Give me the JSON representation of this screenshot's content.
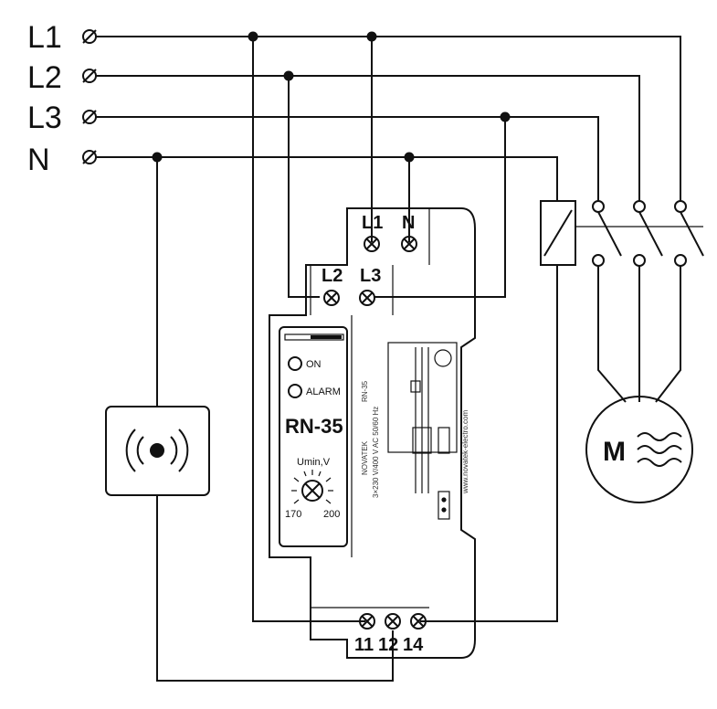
{
  "buses": [
    {
      "label": "L1",
      "symbol": "⌀"
    },
    {
      "label": "L2",
      "symbol": "⌀"
    },
    {
      "label": "L3",
      "symbol": "⌀"
    },
    {
      "label": "N",
      "symbol": "⌀"
    }
  ],
  "relay": {
    "top_terminals": [
      "L1",
      "N"
    ],
    "mid_terminals": [
      "L2",
      "L3"
    ],
    "bottom_terminals": [
      "11",
      "12",
      "14"
    ],
    "indicators": [
      {
        "label": "ON",
        "color": "#ffffff"
      },
      {
        "label": "ALARM",
        "color": "#ffffff"
      }
    ],
    "model": "RN-35",
    "knob_label": "Umin,V",
    "knob_min": "170",
    "knob_max": "200",
    "brand": "NOVATEK",
    "model_side": "RN-35",
    "specs": "3×230 V/400 V AC 50/60 Hz",
    "website": "www.novatek-electro.com"
  },
  "motor": {
    "label": "M",
    "symbol": "≈"
  },
  "alarm_device": {
    "icon": "signal-broadcast-icon",
    "symbol": "((●))"
  },
  "colors": {
    "line": "#111111",
    "background": "#ffffff",
    "relay_body": "#ffffff"
  }
}
